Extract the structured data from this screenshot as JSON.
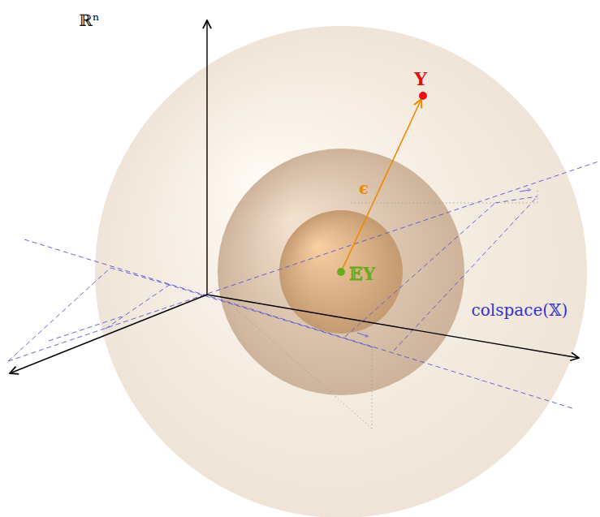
{
  "diagram": {
    "labels": [
      "ℝⁿ",
      "Y",
      "𝔼Y",
      "ϵ",
      "colspace(𝕏)"
    ]
  }
}
